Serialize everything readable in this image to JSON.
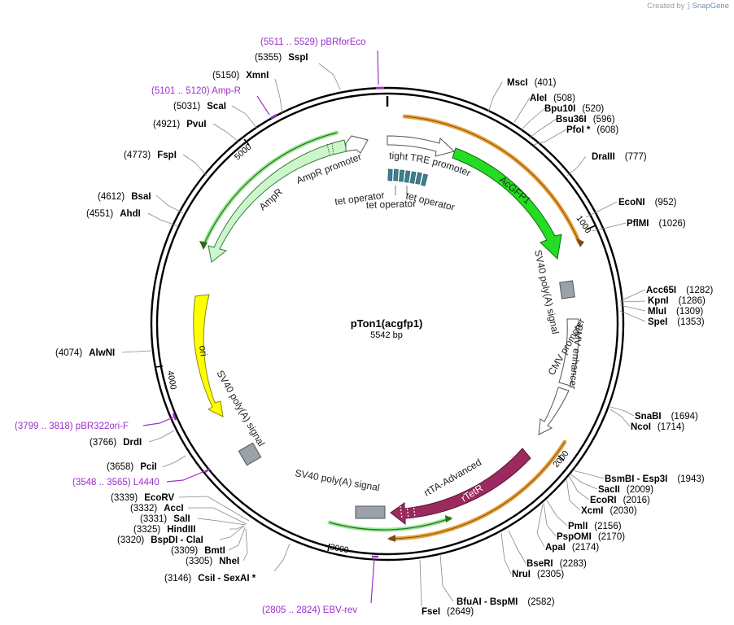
{
  "brand": {
    "prefix": "Created by",
    "name": "SnapGene"
  },
  "plasmid": {
    "name": "pTon1(acgfp1)",
    "length_label": "5542 bp"
  },
  "ticks": [
    {
      "label": "1000"
    },
    {
      "label": "2000"
    },
    {
      "label": "3000"
    },
    {
      "label": "4000"
    },
    {
      "label": "5000"
    }
  ],
  "enzymes": [
    {
      "name": "SspI",
      "pos": "(5355)"
    },
    {
      "name": "XmnI",
      "pos": "(5150)"
    },
    {
      "name": "ScaI",
      "pos": "(5031)"
    },
    {
      "name": "PvuI",
      "pos": "(4921)"
    },
    {
      "name": "FspI",
      "pos": "(4773)"
    },
    {
      "name": "BsaI",
      "pos": "(4612)"
    },
    {
      "name": "AhdI",
      "pos": "(4551)"
    },
    {
      "name": "AlwNI",
      "pos": "(4074)"
    },
    {
      "name": "DrdI",
      "pos": "(3766)"
    },
    {
      "name": "PciI",
      "pos": "(3658)"
    },
    {
      "name": "EcoRV",
      "pos": "(3339)"
    },
    {
      "name": "AccI",
      "pos": "(3332)"
    },
    {
      "name": "SalI",
      "pos": "(3331)"
    },
    {
      "name": "HindIII",
      "pos": "(3325)"
    },
    {
      "name": "BspDI - ClaI",
      "pos": "(3320)"
    },
    {
      "name": "BmtI",
      "pos": "(3309)"
    },
    {
      "name": "NheI",
      "pos": "(3305)"
    },
    {
      "name": "CsiI - SexAI *",
      "pos": "(3146)"
    },
    {
      "name": "MscI",
      "pos": "(401)"
    },
    {
      "name": "AleI",
      "pos": "(508)"
    },
    {
      "name": "Bpu10I",
      "pos": "(520)"
    },
    {
      "name": "Bsu36I",
      "pos": "(596)"
    },
    {
      "name": "PfoI *",
      "pos": "(608)"
    },
    {
      "name": "DraIII",
      "pos": "(777)"
    },
    {
      "name": "EcoNI",
      "pos": "(952)"
    },
    {
      "name": "PflMI",
      "pos": "(1026)"
    },
    {
      "name": "Acc65I",
      "pos": "(1282)"
    },
    {
      "name": "KpnI",
      "pos": "(1286)"
    },
    {
      "name": "MluI",
      "pos": "(1309)"
    },
    {
      "name": "SpeI",
      "pos": "(1353)"
    },
    {
      "name": "SnaBI",
      "pos": "(1694)"
    },
    {
      "name": "NcoI",
      "pos": "(1714)"
    },
    {
      "name": "BsmBI - Esp3I",
      "pos": "(1943)"
    },
    {
      "name": "SacII",
      "pos": "(2009)"
    },
    {
      "name": "EcoRI",
      "pos": "(2016)"
    },
    {
      "name": "XcmI",
      "pos": "(2030)"
    },
    {
      "name": "PmlI",
      "pos": "(2156)"
    },
    {
      "name": "PspOMI",
      "pos": "(2170)"
    },
    {
      "name": "ApaI",
      "pos": "(2174)"
    },
    {
      "name": "BseRI",
      "pos": "(2283)"
    },
    {
      "name": "NruI",
      "pos": "(2305)"
    },
    {
      "name": "BfuAI - BspMI",
      "pos": "(2582)"
    },
    {
      "name": "FseI",
      "pos": "(2649)"
    }
  ],
  "primers": [
    {
      "label": "(5511 .. 5529)  pBRforEco"
    },
    {
      "label": "(5101 .. 5120)  Amp-R"
    },
    {
      "label": "(3799 .. 3818)  pBR322ori-F"
    },
    {
      "label": "(3548 .. 3565)  L4440"
    },
    {
      "label": "(2805 .. 2824)  EBV-rev"
    }
  ],
  "features": {
    "tight_tre_promoter": "tight TRE promoter",
    "tet_operator_1": "tet operator",
    "tet_operator_2": "tet operator",
    "tet_operator_3": "tet operator",
    "acgfp1": "AcGFP1",
    "sv40_top": "SV40 poly(A) signal",
    "cmv_enhancer": "CMV enhancer",
    "cmv_promoter": "CMV promoter",
    "rtta": "rtTA-Advanced",
    "rtetr": "rTetR",
    "sv40_bottom": "SV40 poly(A) signal",
    "sv40_left": "SV40 poly(A) signal",
    "ori": "ori",
    "ampr": "AmpR",
    "ampr_promoter": "AmpR promoter"
  },
  "colors": {
    "acgfp1": "#22dd22",
    "ampr": "#ccf7cc",
    "ori": "#ffff00",
    "rtta": "#9b2a5e",
    "polyA": "#9aa1a8",
    "operator": "#3d7f8e",
    "orf_track": "#e8a23a",
    "primer": "#9b30c8"
  }
}
